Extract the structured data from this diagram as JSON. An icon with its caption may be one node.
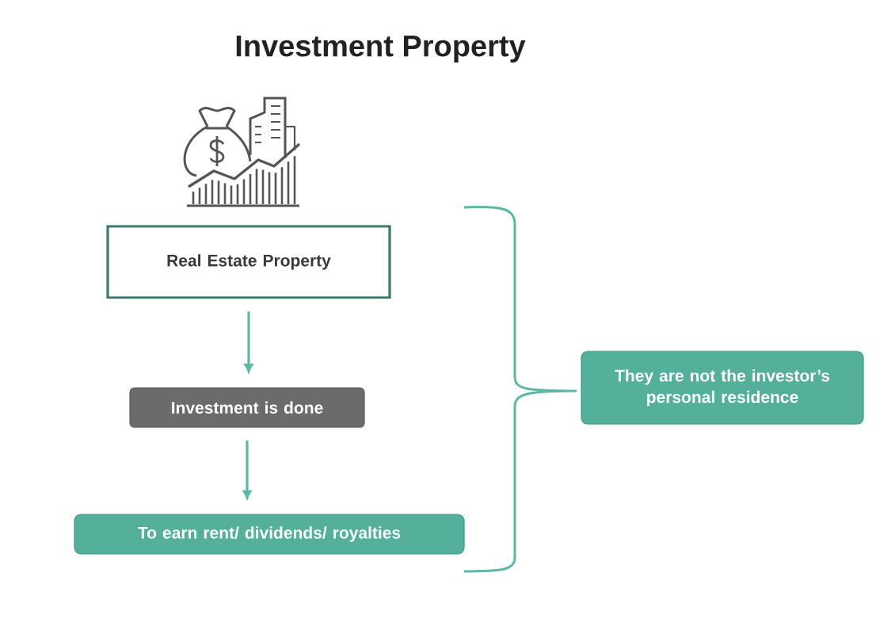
{
  "diagram": {
    "title": "Investment Property",
    "nodes": [
      {
        "text": [
          "Real Estate Property"
        ]
      },
      {
        "text": [
          "Investment is done"
        ]
      },
      {
        "text": [
          "To earn rent/ dividends/ royalties"
        ]
      },
      {
        "text": [
          "They are not the investor’s personal residence"
        ]
      }
    ],
    "edges": [
      {
        "from": 0,
        "to": 1,
        "arrow": "to"
      },
      {
        "from": 1,
        "to": 2,
        "arrow": "to"
      }
    ]
  }
}
